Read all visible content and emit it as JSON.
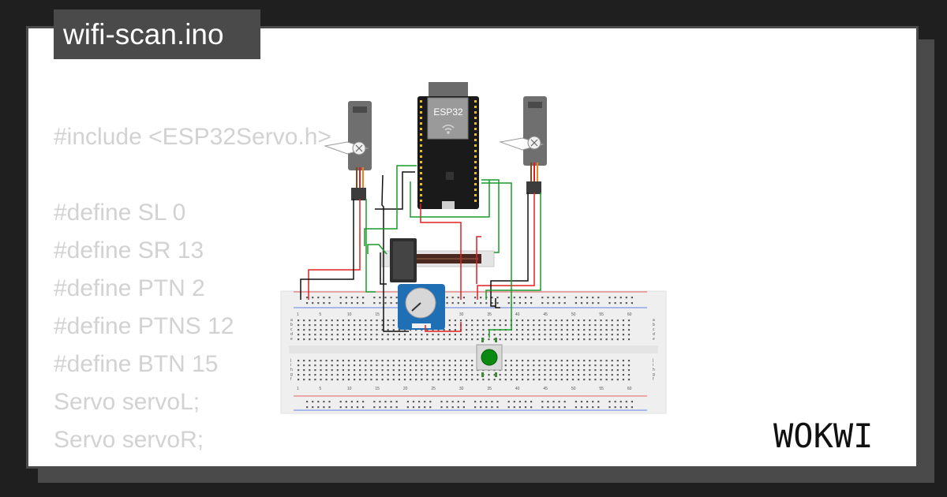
{
  "title": "wifi-scan.ino",
  "code_lines": [
    "#include <ESP32Servo.h>",
    "",
    "#define SL 0",
    "#define SR 13",
    "#define PTN 2",
    "#define PTNS 12",
    "#define BTN 15",
    "Servo servoL;",
    "Servo servoR;"
  ],
  "board_label": "ESP32",
  "breadboard_numbers": [
    "1",
    "5",
    "10",
    "15",
    "20",
    "25",
    "30",
    "35",
    "40",
    "45",
    "50",
    "55",
    "60"
  ],
  "breadboard_rows_top": [
    "j",
    "i",
    "h",
    "g",
    "f"
  ],
  "breadboard_rows_bottom": [
    "e",
    "d",
    "c",
    "b",
    "a"
  ],
  "logo_text": "WOKWI",
  "colors": {
    "background": "#1f1f1f",
    "card": "#ffffff",
    "title_bg": "#4a4a4a",
    "code_text": "#d2d2d2",
    "wire_red": "#e02020",
    "wire_black": "#111111",
    "wire_green": "#1a9a2a"
  }
}
